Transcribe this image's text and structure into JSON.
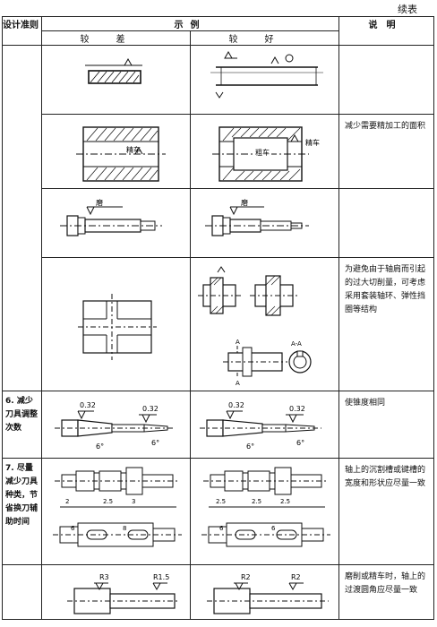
{
  "continued_label": "续表",
  "header": {
    "rule": "设计准则",
    "example": "示例",
    "worse": "较差",
    "better": "较好",
    "note": "说明"
  },
  "rows": [
    {
      "rule": "",
      "note": ""
    },
    {
      "rule": "",
      "note": "减少需要精加工的面积"
    },
    {
      "rule": "",
      "note": ""
    },
    {
      "rule": "",
      "note": "为避免由于轴肩而引起的过大切削量，可考虑采用套装轴环、弹性挡圈等结构"
    },
    {
      "rule": "6. 减少刀具调整次数",
      "note": "使锥度相同"
    },
    {
      "rule": "7. 尽量减少刀具种类，节省换刀辅助时间",
      "note": "轴上的沉割槽或键槽的宽度和形状应尽量一致"
    },
    {
      "rule": "",
      "note": "磨削或精车时，轴上的过渡圆角应尽量一致"
    }
  ],
  "labels": {
    "finish_turn": "精车",
    "rough_turn": "粗车",
    "grind": "磨",
    "aa": "A-A",
    "a": "A",
    "r032": "0.32",
    "deg6": "6°",
    "d2": "2",
    "d25": "2.5",
    "d3": "3",
    "d6": "6",
    "d8": "8",
    "r3": "R3",
    "r15": "R1.5",
    "r2": "R2"
  }
}
